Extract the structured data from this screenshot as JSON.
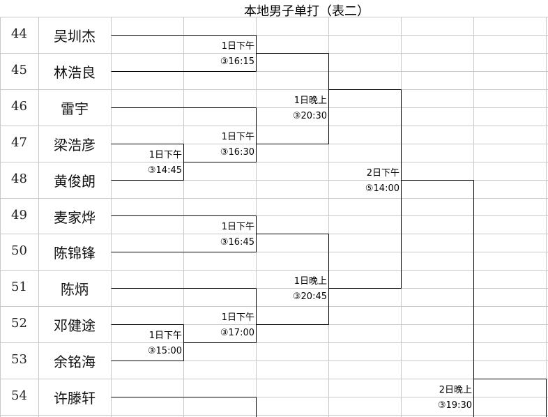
{
  "title": "本地男子单打（表二）",
  "players": [
    {
      "num": "44",
      "name": "吴圳杰"
    },
    {
      "num": "45",
      "name": "林浩良"
    },
    {
      "num": "46",
      "name": "雷宇"
    },
    {
      "num": "47",
      "name": "梁浩彦"
    },
    {
      "num": "48",
      "name": "黄俊朗"
    },
    {
      "num": "49",
      "name": "麦家烨"
    },
    {
      "num": "50",
      "name": "陈锦锋"
    },
    {
      "num": "51",
      "name": "陈炳"
    },
    {
      "num": "52",
      "name": "邓健途"
    },
    {
      "num": "53",
      "name": "余铭海"
    },
    {
      "num": "54",
      "name": "许滕轩"
    }
  ],
  "matches": [
    {
      "day": "1日下午",
      "time": "③16:15"
    },
    {
      "day": "1日下午",
      "time": "③14:45"
    },
    {
      "day": "1日下午",
      "time": "③16:30"
    },
    {
      "day": "1日晚上",
      "time": "③20:30"
    },
    {
      "day": "1日下午",
      "time": "③16:45"
    },
    {
      "day": "1日下午",
      "time": "③15:00"
    },
    {
      "day": "1日下午",
      "time": "③17:00"
    },
    {
      "day": "1日晚上",
      "time": "③20:45"
    },
    {
      "day": "2日下午",
      "time": "⑤14:00"
    },
    {
      "day": "2日晚上",
      "time": "③19:30"
    }
  ]
}
